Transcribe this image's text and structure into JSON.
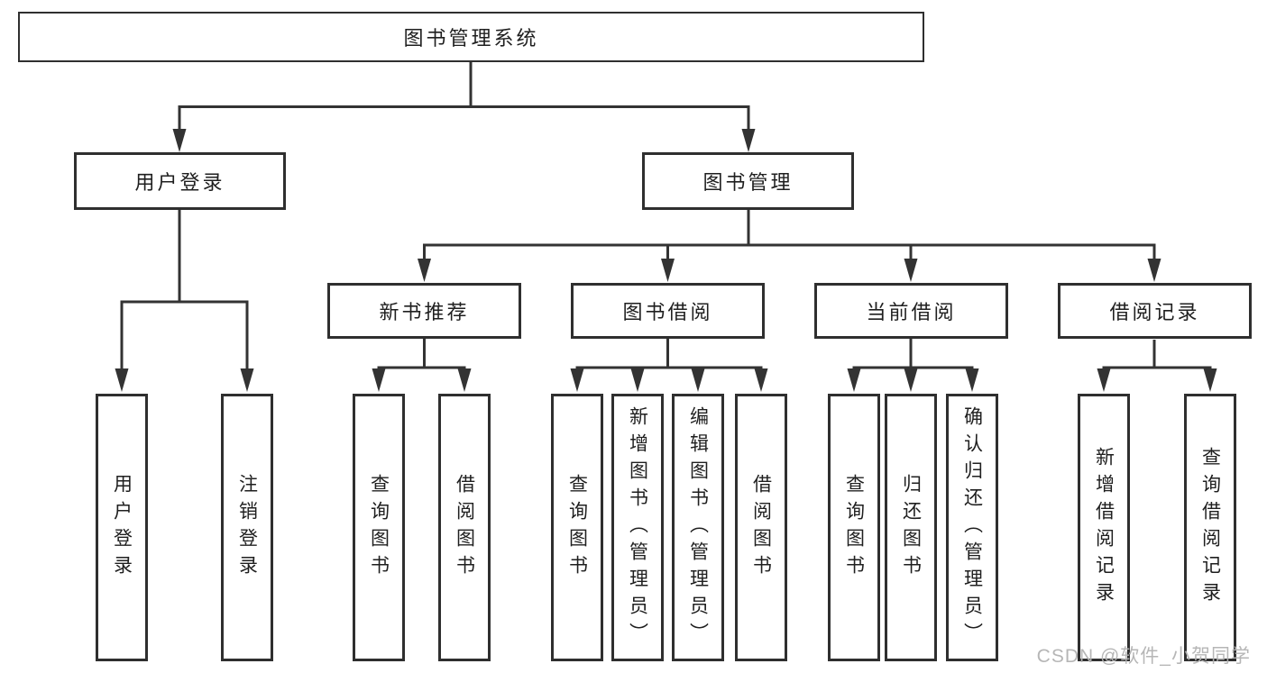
{
  "diagram": {
    "root": {
      "label": "图书管理系统"
    },
    "level2": {
      "user_login": {
        "label": "用户登录"
      },
      "book_management": {
        "label": "图书管理"
      }
    },
    "level3": {
      "new_book_recommend": {
        "label": "新书推荐"
      },
      "book_borrow": {
        "label": "图书借阅"
      },
      "current_borrow": {
        "label": "当前借阅"
      },
      "borrow_records": {
        "label": "借阅记录"
      }
    },
    "leaves": {
      "user_login_leaf": {
        "label": "用户登录"
      },
      "logout_leaf": {
        "label": "注销登录"
      },
      "nb_query_books": {
        "label": "查询图书"
      },
      "nb_borrow_books": {
        "label": "借阅图书"
      },
      "bb_query_books": {
        "label": "查询图书"
      },
      "bb_add_books_admin": {
        "label": "新增图书（管理员）"
      },
      "bb_edit_books_admin": {
        "label": "编辑图书（管理员）"
      },
      "bb_borrow_books": {
        "label": "借阅图书"
      },
      "cb_query_books": {
        "label": "查询图书"
      },
      "cb_return_books": {
        "label": "归还图书"
      },
      "cb_confirm_return_admin": {
        "label": "确认归还（管理员）"
      },
      "br_add_record": {
        "label": "新增借阅记录"
      },
      "br_query_record": {
        "label": "查询借阅记录"
      }
    },
    "hierarchy": [
      {
        "parent": "图书管理系统",
        "children": [
          "用户登录",
          "图书管理"
        ]
      },
      {
        "parent": "用户登录",
        "children": [
          "用户登录",
          "注销登录"
        ]
      },
      {
        "parent": "图书管理",
        "children": [
          "新书推荐",
          "图书借阅",
          "当前借阅",
          "借阅记录"
        ]
      },
      {
        "parent": "新书推荐",
        "children": [
          "查询图书",
          "借阅图书"
        ]
      },
      {
        "parent": "图书借阅",
        "children": [
          "查询图书",
          "新增图书（管理员）",
          "编辑图书（管理员）",
          "借阅图书"
        ]
      },
      {
        "parent": "当前借阅",
        "children": [
          "查询图书",
          "归还图书",
          "确认归还（管理员）"
        ]
      },
      {
        "parent": "借阅记录",
        "children": [
          "新增借阅记录",
          "查询借阅记录"
        ]
      }
    ]
  },
  "watermark": {
    "text": "CSDN @软件_小贺同学"
  },
  "colors": {
    "line": "#333333",
    "box_border": "#2f2f2f",
    "text": "#1f1f1f",
    "watermark": "#b3b3b3",
    "background": "#ffffff"
  }
}
